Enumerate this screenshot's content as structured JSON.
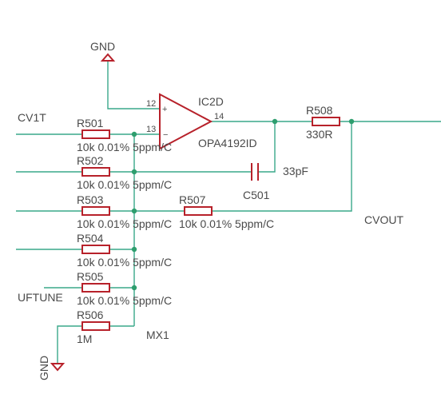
{
  "ic": {
    "name": "IC2D",
    "value": "OPA4192ID",
    "pin_plus": "12",
    "pin_minus": "13",
    "pin_out": "14",
    "sign_plus": "+",
    "sign_minus": "−"
  },
  "nets": {
    "cv1t": "CV1T",
    "uftune": "UFTUNE",
    "cvout": "CVOUT",
    "mx": "MX1",
    "gnd_top": "GND",
    "gnd_bottom": "GND"
  },
  "resistors": [
    {
      "name": "R501",
      "value": "10k 0.01% 5ppm/C"
    },
    {
      "name": "R502",
      "value": "10k 0.01% 5ppm/C"
    },
    {
      "name": "R503",
      "value": "10k 0.01% 5ppm/C"
    },
    {
      "name": "R504",
      "value": "10k 0.01% 5ppm/C"
    },
    {
      "name": "R505",
      "value": "10k 0.01% 5ppm/C"
    },
    {
      "name": "R506",
      "value": "1M"
    },
    {
      "name": "R507",
      "value": "10k 0.01% 5ppm/C"
    },
    {
      "name": "R508",
      "value": "330R"
    }
  ],
  "capacitor": {
    "name": "C501",
    "value": "33pF"
  },
  "colors": {
    "wire": "#3aa98a",
    "part": "#b7212a",
    "text": "#4a4a4a",
    "junction": "#2e9e6e"
  }
}
